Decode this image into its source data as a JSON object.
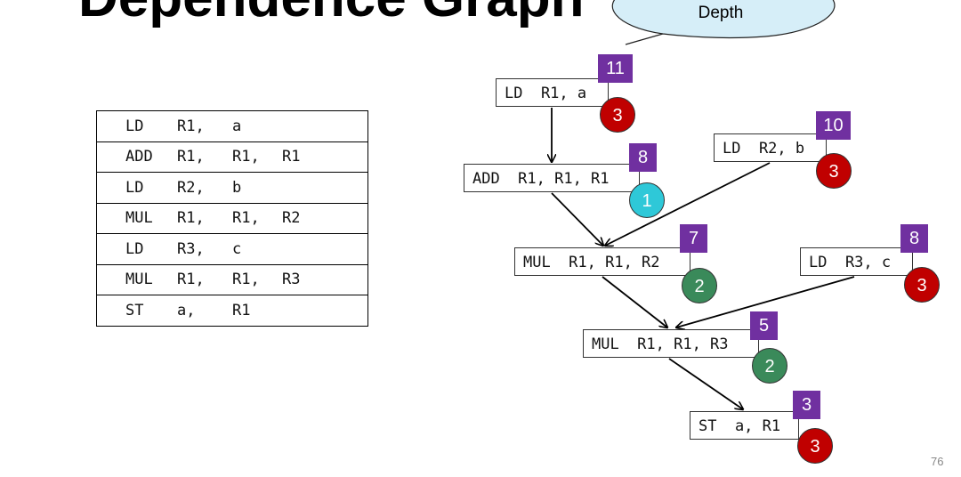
{
  "title": "Dependence Graph",
  "callout": "Depth",
  "colors": {
    "priority": "#7030a0",
    "depth3": "#c00000",
    "depth1": "#2ec8d8",
    "depth2": "#3a8a5a"
  },
  "code": [
    [
      "LD",
      "R1,",
      "a",
      ""
    ],
    [
      "ADD",
      "R1,",
      "R1,",
      "R1"
    ],
    [
      "LD",
      "R2,",
      "b",
      ""
    ],
    [
      "MUL",
      "R1,",
      "R1,",
      "R2"
    ],
    [
      "LD",
      "R3,",
      "c",
      ""
    ],
    [
      "MUL",
      "R1,",
      "R1,",
      "R3"
    ],
    [
      "ST",
      "a,",
      "R1",
      ""
    ]
  ],
  "nodes": [
    {
      "label": "LD  R1, a",
      "priority": "11",
      "depth": "3"
    },
    {
      "label": "LD  R2, b",
      "priority": "10",
      "depth": "3"
    },
    {
      "label": "ADD  R1, R1, R1",
      "priority": "8",
      "depth": "1"
    },
    {
      "label": "MUL  R1, R1, R2",
      "priority": "7",
      "depth": "2"
    },
    {
      "label": "LD  R3, c",
      "priority": "8",
      "depth": "3"
    },
    {
      "label": "MUL  R1, R1, R3",
      "priority": "5",
      "depth": "2"
    },
    {
      "label": "ST  a, R1",
      "priority": "3",
      "depth": "3"
    }
  ],
  "page_number": "76"
}
